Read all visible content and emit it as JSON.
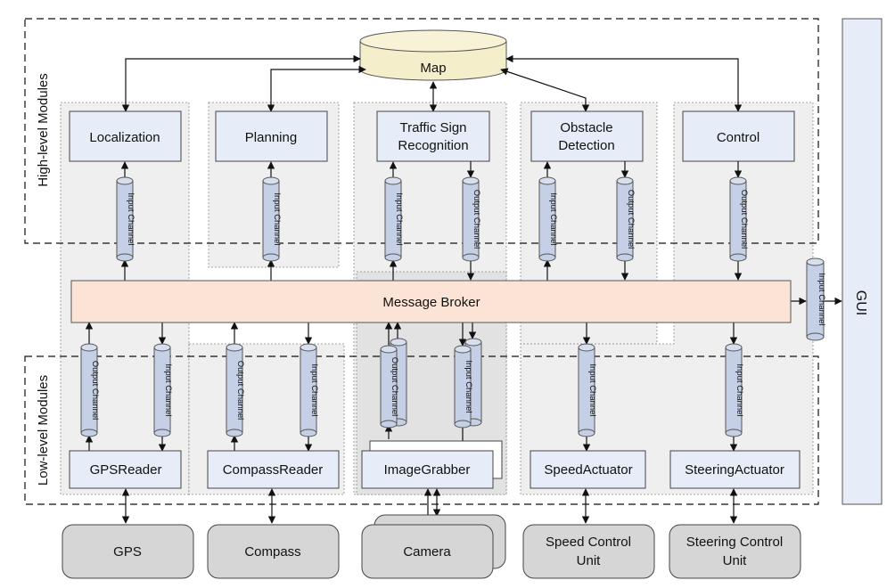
{
  "regions": {
    "high_level": "High-level Modules",
    "low_level": "Low-level Modules"
  },
  "map": "Map",
  "gui": "GUI",
  "broker": "Message Broker",
  "high_modules": {
    "localization": "Localization",
    "planning": "Planning",
    "traffic_sign_1": "Traffic Sign",
    "traffic_sign_2": "Recognition",
    "obstacle_1": "Obstacle",
    "obstacle_2": "Detection",
    "control": "Control"
  },
  "low_modules": {
    "gps_reader": "GPSReader",
    "compass_reader": "CompassReader",
    "image_grabber": "ImageGrabber",
    "speed_actuator": "SpeedActuator",
    "steering_actuator": "SteeringActuator"
  },
  "hardware": {
    "gps": "GPS",
    "compass": "Compass",
    "camera": "Camera",
    "speed_1": "Speed Control",
    "speed_2": "Unit",
    "steering_1": "Steering Control",
    "steering_2": "Unit"
  },
  "channels": {
    "input": "Input Channel",
    "output": "Output Channel"
  },
  "colors": {
    "module_fill": "#e6ecf8",
    "broker_fill": "#fbe4d5",
    "hardware_fill": "#d6d6d6",
    "group_fill": "#efefef",
    "channel_fill": "#c5d0e6",
    "gui_fill": "#e6ecf8"
  }
}
